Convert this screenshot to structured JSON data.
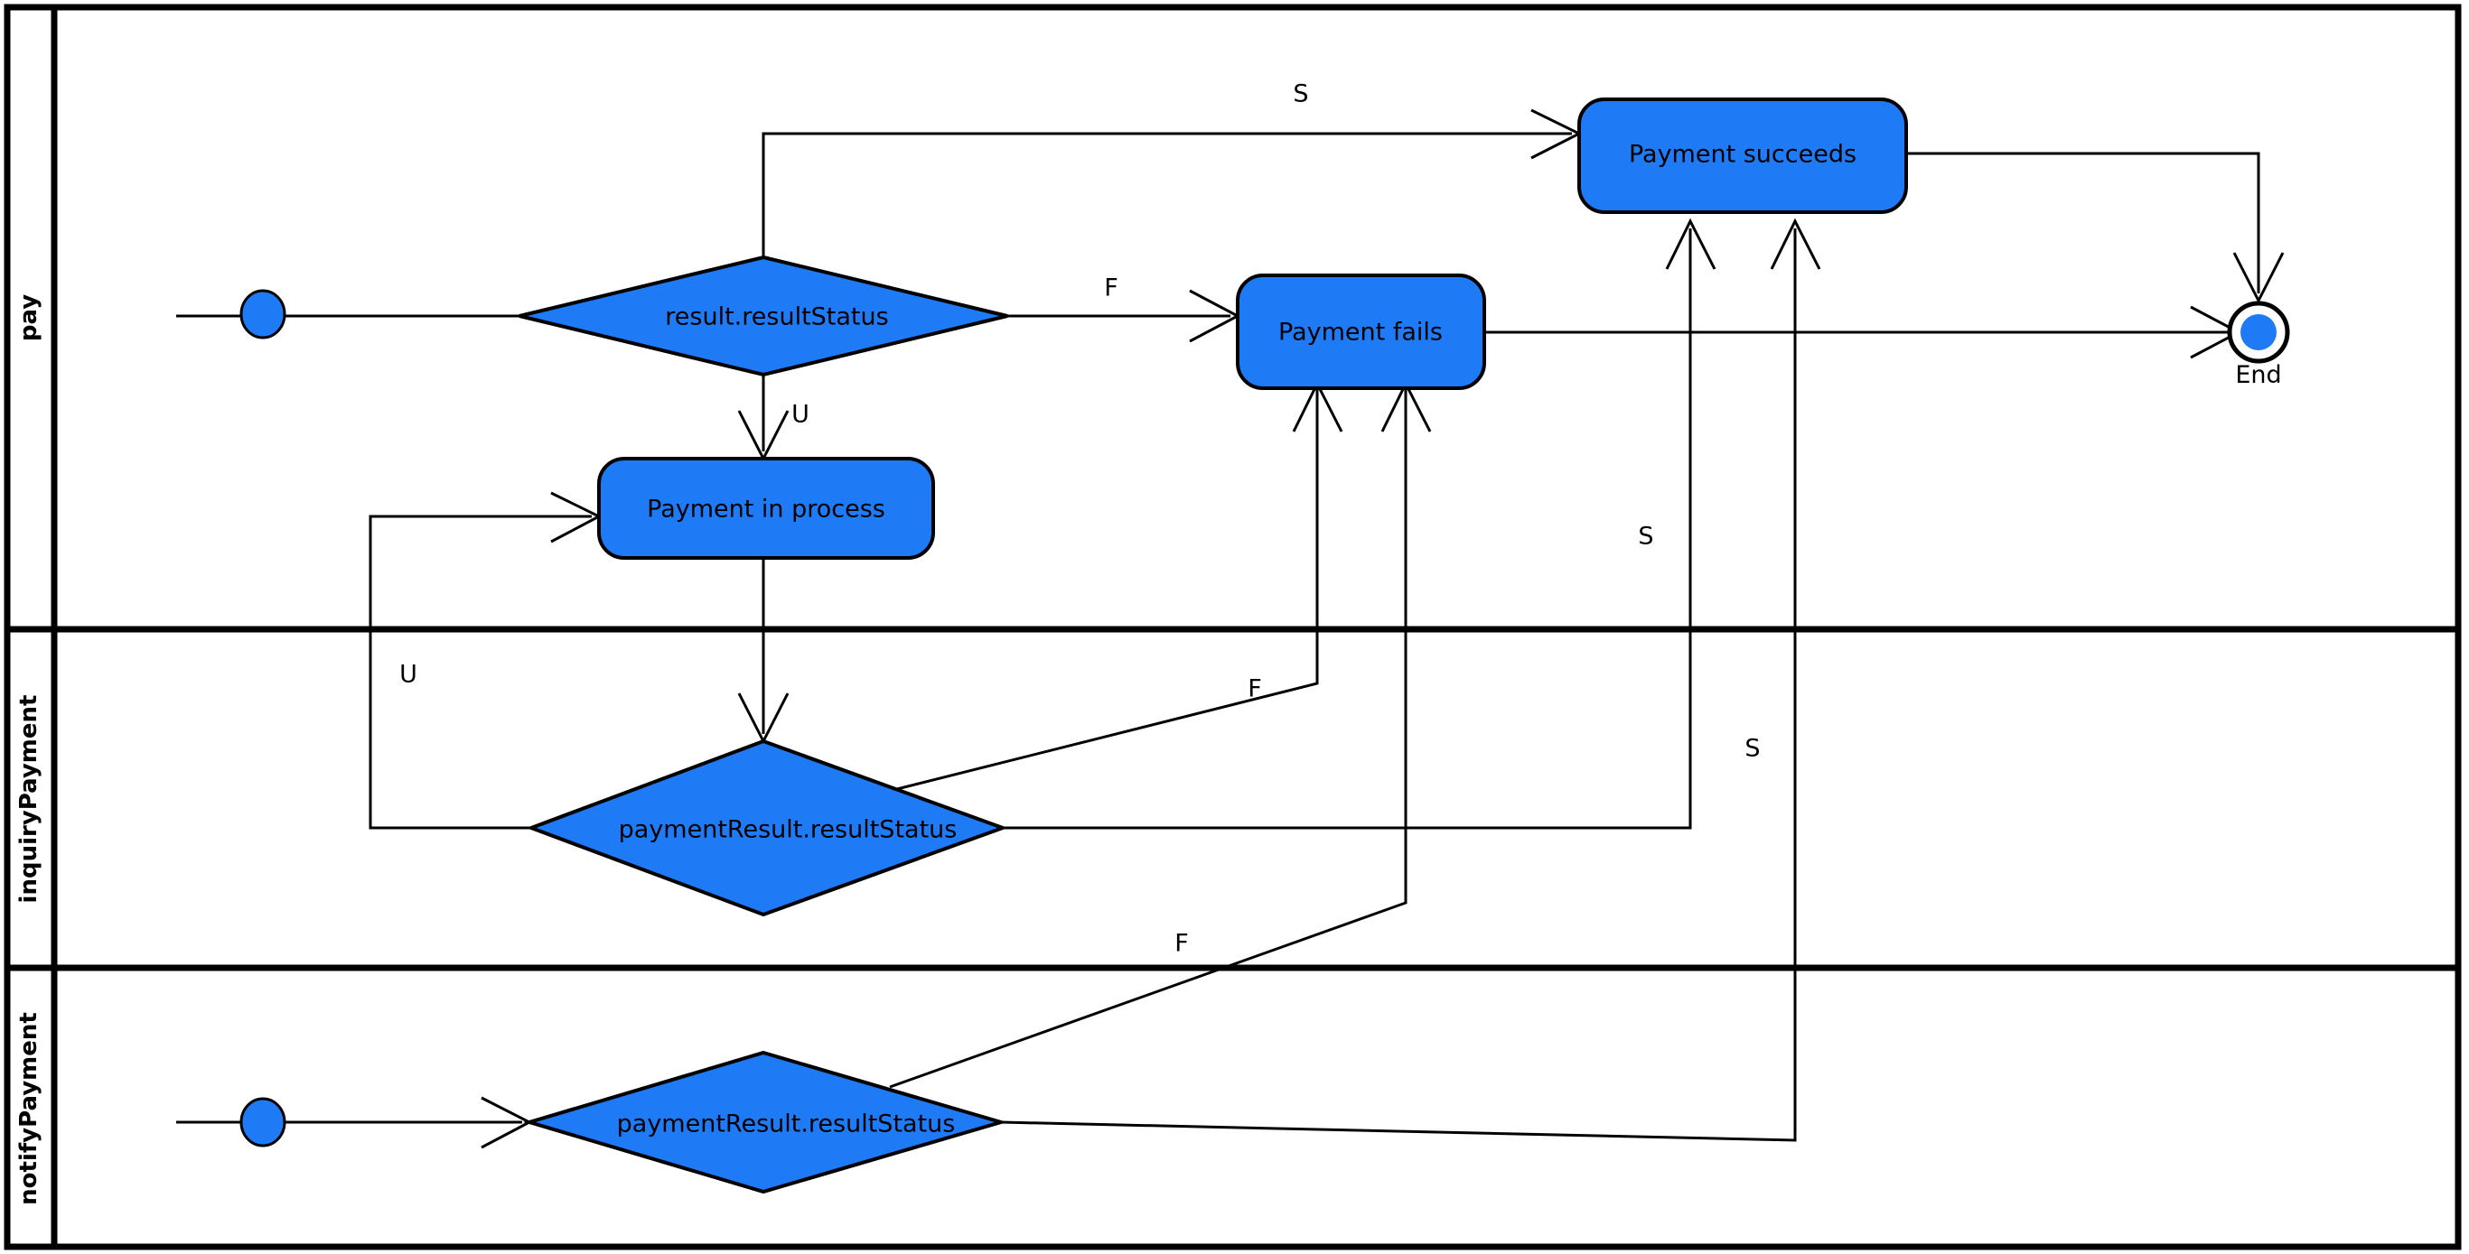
{
  "diagram": {
    "type": "uml-activity-diagram-with-swimlanes",
    "title": "",
    "colors": {
      "node_fill": "#1E7BF5",
      "node_stroke": "#000000",
      "background": "#FFFFFF",
      "line": "#000000"
    }
  },
  "swimlanes": [
    {
      "id": "pay",
      "label": "pay"
    },
    {
      "id": "inquiryPayment",
      "label": "inquiryPayment"
    },
    {
      "id": "notifyPayment",
      "label": "notifyPayment"
    }
  ],
  "nodes": {
    "start_pay": {
      "kind": "initial-node",
      "label": ""
    },
    "decision_result": {
      "kind": "decision",
      "label": "result.resultStatus"
    },
    "payment_fails": {
      "kind": "action",
      "label": "Payment fails"
    },
    "payment_succeeds": {
      "kind": "action",
      "label": "Payment succeeds"
    },
    "payment_in_process": {
      "kind": "action",
      "label": "Payment in process"
    },
    "decision_inquiry": {
      "kind": "decision",
      "label": "paymentResult.resultStatus"
    },
    "decision_notify": {
      "kind": "decision",
      "label": "paymentResult.resultStatus"
    },
    "start_notify": {
      "kind": "initial-node",
      "label": ""
    },
    "end_node": {
      "kind": "final-node",
      "label": "End"
    }
  },
  "edge_labels": {
    "succeeds_from_result": "S",
    "fails_from_result": "F",
    "unknown_from_result": "U",
    "unknown_from_inquiry": "U",
    "fails_from_inquiry": "F",
    "succeeds_from_inquiry": "S",
    "fails_from_notify": "F",
    "succeeds_from_notify": "S"
  },
  "edges": [
    {
      "from": "start_pay",
      "to": "decision_result",
      "label": ""
    },
    {
      "from": "decision_result",
      "to": "payment_succeeds",
      "label": "S"
    },
    {
      "from": "decision_result",
      "to": "payment_fails",
      "label": "F"
    },
    {
      "from": "decision_result",
      "to": "payment_in_process",
      "label": "U"
    },
    {
      "from": "payment_in_process",
      "to": "decision_inquiry",
      "label": ""
    },
    {
      "from": "decision_inquiry",
      "to": "payment_in_process",
      "label": "U"
    },
    {
      "from": "decision_inquiry",
      "to": "payment_fails",
      "label": "F"
    },
    {
      "from": "decision_inquiry",
      "to": "payment_succeeds",
      "label": "S"
    },
    {
      "from": "start_notify",
      "to": "decision_notify",
      "label": ""
    },
    {
      "from": "decision_notify",
      "to": "payment_fails",
      "label": "F"
    },
    {
      "from": "decision_notify",
      "to": "payment_succeeds",
      "label": "S"
    },
    {
      "from": "payment_succeeds",
      "to": "end_node",
      "label": ""
    },
    {
      "from": "payment_fails",
      "to": "end_node",
      "label": ""
    }
  ]
}
